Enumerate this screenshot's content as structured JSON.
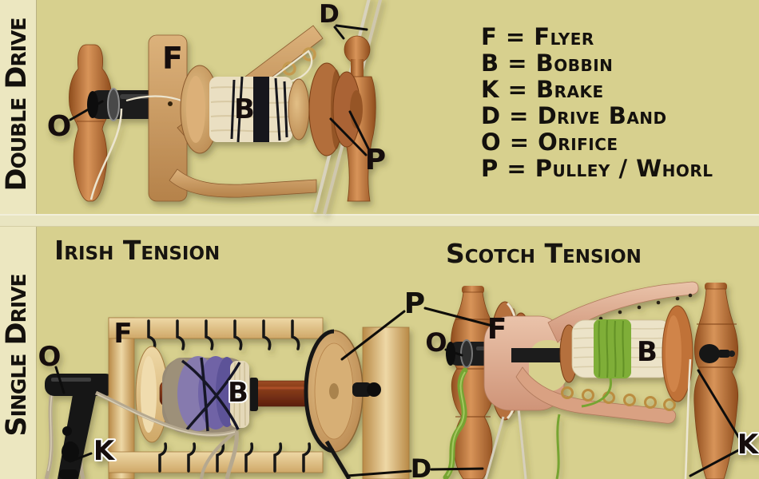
{
  "sidebar": {
    "double_drive_label": "Double Drive",
    "single_drive_label": "Single Drive"
  },
  "legend": {
    "items": [
      "F = Flyer",
      "B = Bobbin",
      "K = Brake",
      "D = Drive Band",
      "O = Orifice",
      "P = Pulley / Whorl"
    ]
  },
  "headings": {
    "irish_tension": "Irish Tension",
    "scotch_tension": "Scotch Tension"
  },
  "annotations": {
    "double_drive": {
      "flyer": "F",
      "bobbin": "B",
      "orifice": "O",
      "pulley": "P",
      "drive_band": "D"
    },
    "irish": {
      "flyer": "F",
      "bobbin": "B",
      "orifice": "O",
      "brake": "K"
    },
    "scotch": {
      "flyer": "F",
      "bobbin": "B",
      "orifice": "O",
      "brake": "K"
    },
    "shared": {
      "pulley": "P",
      "drive_band": "D"
    }
  },
  "colors": {
    "background": "#d7d08e",
    "panel_light": "#ece7c0",
    "label_ink": "#14110d",
    "wood_oak": "#c08a52",
    "wood_orange": "#c37c41",
    "wood_pale": "#e0c38a",
    "wood_pink": "#dcab93",
    "yarn_cream": "#ece3c8",
    "yarn_green": "#7fae37",
    "yarn_purple": "#7b70b0"
  }
}
